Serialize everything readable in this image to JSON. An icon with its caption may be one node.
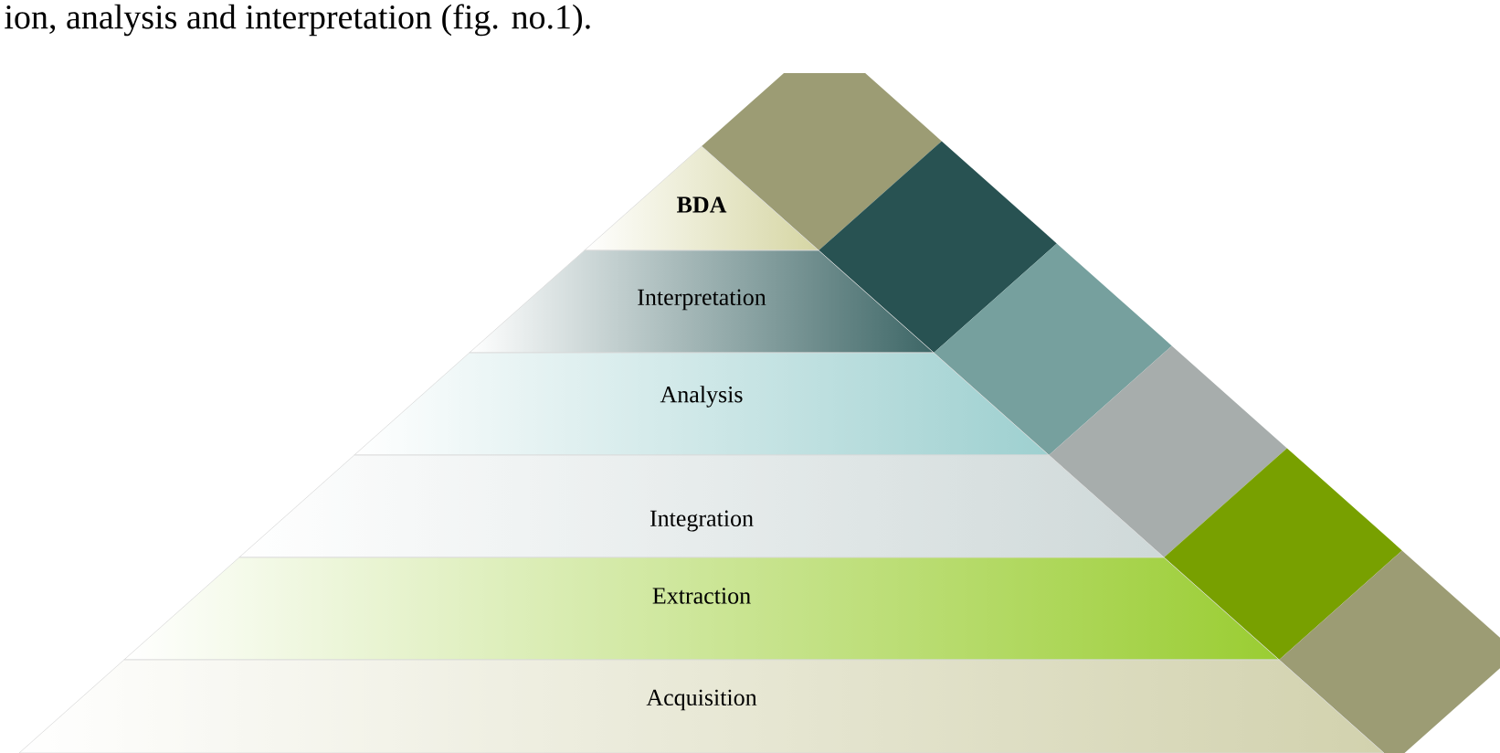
{
  "diagram": {
    "nodes": [
      {
        "text": [
          "**BDA**"
        ]
      },
      {
        "text": [
          "Interpretation"
        ]
      },
      {
        "text": [
          "Analysis"
        ]
      },
      {
        "text": [
          "Integration"
        ]
      },
      {
        "text": [
          "Extraction"
        ]
      },
      {
        "text": [
          "Acquisition"
        ]
      }
    ],
    "labels": [
      "ion, analysis and interpretation (fig. no.1)."
    ]
  }
}
